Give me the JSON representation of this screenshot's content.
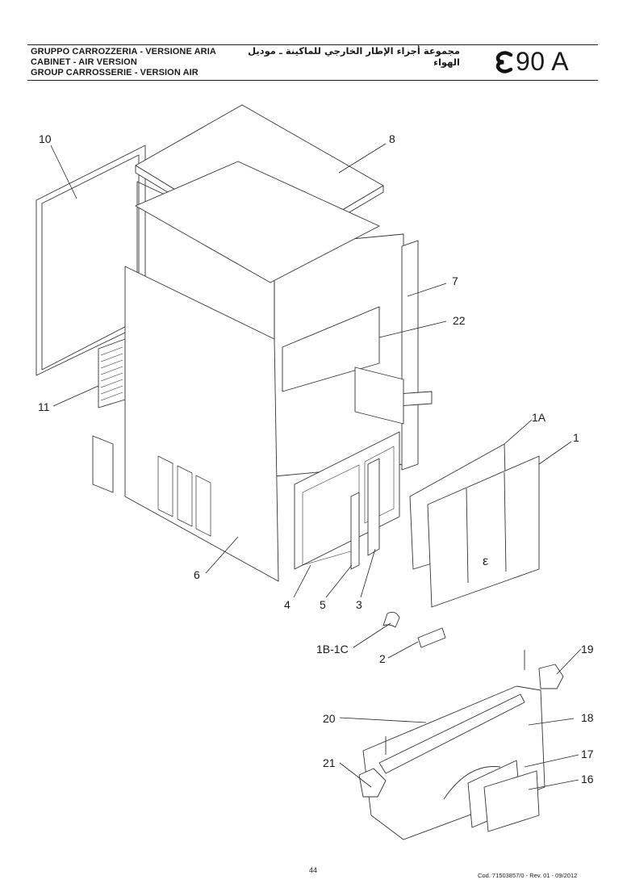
{
  "header": {
    "title_it": "GRUPPO CARROZZERIA - VERSIONE ARIA",
    "title_en": "CABINET - AIR VERSION",
    "title_fr": "GROUP CARROSSERIE - VERSION AIR",
    "title_ar": "مجموعة أجزاء الإطار الخارجي للماكينة ـ موديل الهواء",
    "model": "90 A",
    "brand_icon": "brand-e-logo"
  },
  "callouts": [
    "10",
    "8",
    "7",
    "22",
    "11",
    "1A",
    "1",
    "6",
    "4",
    "5",
    "3",
    "1B-1C",
    "2",
    "19",
    "20",
    "18",
    "17",
    "21",
    "16"
  ],
  "footer": {
    "page_number": "44",
    "doc_code": "Cod. 71503857/0 - Rev. 01 - 09/2012"
  }
}
